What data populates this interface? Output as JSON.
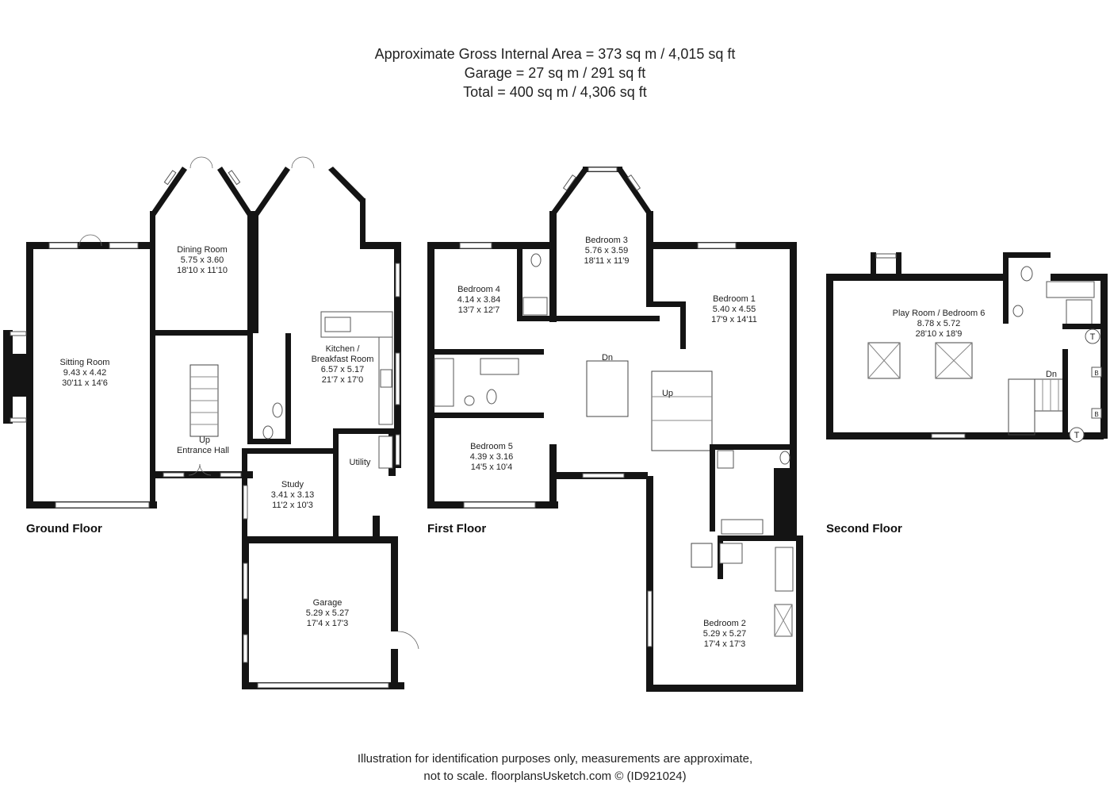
{
  "header": {
    "line1": "Approximate Gross Internal Area = 373 sq m / 4,015 sq ft",
    "line2": "Garage = 27 sq m / 291 sq ft",
    "line3": "Total = 400 sq m / 4,306 sq ft"
  },
  "footer": {
    "line1": "Illustration for identification purposes only, measurements are approximate,",
    "line2": "not to scale. floorplansUsketch.com © (ID921024)"
  },
  "floors": {
    "ground": "Ground Floor",
    "first": "First Floor",
    "second": "Second Floor"
  },
  "ground_rooms": {
    "sitting": {
      "name": "Sitting Room",
      "metric": "9.43 x 4.42",
      "imperial": "30'11 x 14'6"
    },
    "dining": {
      "name": "Dining Room",
      "metric": "5.75 x 3.60",
      "imperial": "18'10 x 11'10"
    },
    "kitchen": {
      "name1": "Kitchen /",
      "name2": "Breakfast Room",
      "metric": "6.57 x 5.17",
      "imperial": "21'7 x 17'0"
    },
    "hall": {
      "name": "Entrance Hall",
      "stair": "Up"
    },
    "utility": {
      "name": "Utility"
    },
    "study": {
      "name": "Study",
      "metric": "3.41 x 3.13",
      "imperial": "11'2 x 10'3"
    },
    "garage": {
      "name": "Garage",
      "metric": "5.29 x 5.27",
      "imperial": "17'4 x 17'3"
    }
  },
  "first_rooms": {
    "bed3": {
      "name": "Bedroom 3",
      "metric": "5.76 x 3.59",
      "imperial": "18'11 x 11'9"
    },
    "bed4": {
      "name": "Bedroom 4",
      "metric": "4.14 x 3.84",
      "imperial": "13'7 x 12'7"
    },
    "bed1": {
      "name": "Bedroom 1",
      "metric": "5.40 x 4.55",
      "imperial": "17'9 x 14'11"
    },
    "bed5": {
      "name": "Bedroom 5",
      "metric": "4.39 x 3.16",
      "imperial": "14'5 x 10'4"
    },
    "bed2": {
      "name": "Bedroom 2",
      "metric": "5.29 x 5.27",
      "imperial": "17'4 x 17'3"
    },
    "stair_dn": "Dn",
    "stair_up": "Up"
  },
  "second_rooms": {
    "play": {
      "name": "Play Room / Bedroom 6",
      "metric": "8.78 x 5.72",
      "imperial": "28'10 x 18'9"
    },
    "stair_dn": "Dn",
    "tank1": "T",
    "tank2": "T",
    "boiler1": "B",
    "boiler2": "B"
  }
}
